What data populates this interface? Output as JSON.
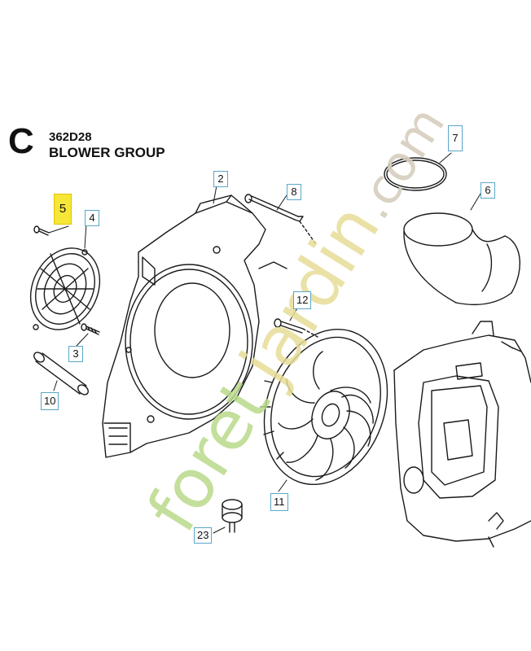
{
  "header": {
    "section_letter": "C",
    "model_code": "362D28",
    "group_title": "BLOWER GROUP"
  },
  "callouts": [
    {
      "id": "2",
      "label": "2",
      "highlighted": false
    },
    {
      "id": "3",
      "label": "3",
      "highlighted": false
    },
    {
      "id": "4",
      "label": "4",
      "highlighted": false
    },
    {
      "id": "5",
      "label": "5",
      "highlighted": true
    },
    {
      "id": "6",
      "label": "6",
      "highlighted": false
    },
    {
      "id": "7",
      "label": "7",
      "highlighted": false
    },
    {
      "id": "8",
      "label": "8",
      "highlighted": false
    },
    {
      "id": "10",
      "label": "10",
      "highlighted": false
    },
    {
      "id": "11",
      "label": "11",
      "highlighted": false
    },
    {
      "id": "12",
      "label": "12",
      "highlighted": false
    },
    {
      "id": "23",
      "label": "23",
      "highlighted": false
    }
  ],
  "watermark": {
    "text": "foretjardin.com",
    "colors": {
      "foret": "#b9d98a",
      "jardin": "#e8e0a0",
      "com": "#d8cfc0"
    }
  },
  "colors": {
    "line": "#1a1a1a",
    "callout_border": "#5aa7c8",
    "highlight": "#f5e638"
  }
}
